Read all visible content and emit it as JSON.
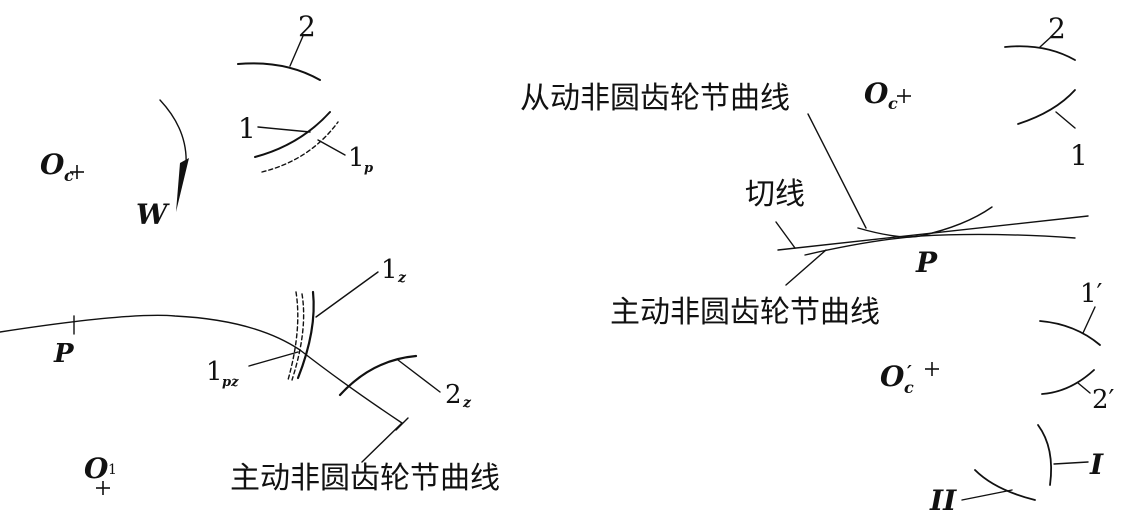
{
  "left_panel": {
    "labels": {
      "gear_2": "2",
      "gear_1": "1",
      "pitch_1p": "1",
      "pitch_1p_sub": "p",
      "center_oc": "O",
      "center_oc_sub": "c",
      "cutter_w": "W",
      "point_p": "P",
      "tooth_1z": "1",
      "tooth_1z_sub": "z",
      "pitch_1pz": "1",
      "pitch_1pz_sub": "pz",
      "tooth_2z": "2",
      "tooth_2z_sub": "z",
      "center_o1": "O",
      "center_o1_sub": "1",
      "driving_pitch_curve": "主动非圆齿轮节曲线"
    }
  },
  "right_panel": {
    "labels": {
      "driven_pitch_curve": "从动非圆齿轮节曲线",
      "center_oc": "O",
      "center_oc_sub": "c",
      "gear_2": "2",
      "gear_1": "1",
      "tangent": "切线",
      "point_p": "P",
      "driving_pitch_curve": "主动非圆齿轮节曲线",
      "gear_1_prime": "1′",
      "center_oc_prime": "O",
      "center_oc_prime_sub": "c",
      "center_oc_prime_mark": "′",
      "gear_2_prime": "2′",
      "roman_i": "I",
      "roman_ii": "II"
    }
  }
}
